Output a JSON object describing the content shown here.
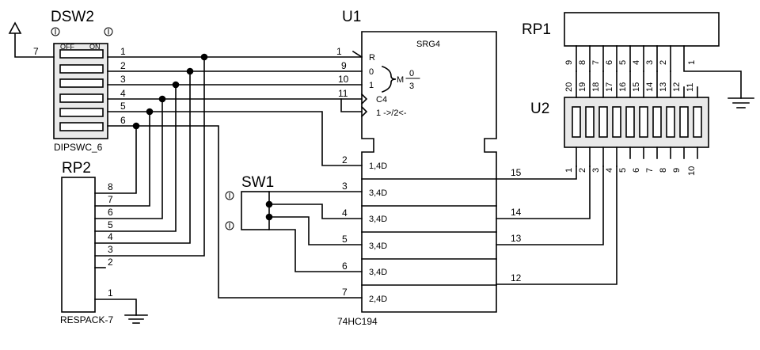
{
  "components": {
    "dsw2": {
      "ref": "DSW2",
      "part": "DIPSWC_6",
      "off_label": "OFF",
      "on_label": "ON",
      "pin7": "7",
      "pins": [
        "1",
        "2",
        "3",
        "4",
        "5",
        "6"
      ]
    },
    "u1": {
      "ref": "U1",
      "part": "74HC194",
      "func": "SRG4",
      "ctrl": {
        "r_pin": "1",
        "r": "R",
        "m0_pin": "9",
        "m0": "0",
        "m1_pin": "10",
        "m1": "1",
        "clk_pin": "11",
        "c4": "C4",
        "shift": "1 ->/2<-",
        "m": "M",
        "frac_top": "0",
        "frac_bottom": "3"
      },
      "inputs": [
        {
          "pin": "2",
          "label": "1,4D"
        },
        {
          "pin": "3",
          "label": "3,4D"
        },
        {
          "pin": "4",
          "label": "3,4D"
        },
        {
          "pin": "5",
          "label": "3,4D"
        },
        {
          "pin": "6",
          "label": "3,4D"
        },
        {
          "pin": "7",
          "label": "2,4D"
        }
      ],
      "outputs": [
        "15",
        "14",
        "13",
        "12"
      ]
    },
    "sw1": {
      "ref": "SW1"
    },
    "rp1": {
      "ref": "RP1",
      "pins": [
        "9",
        "8",
        "7",
        "6",
        "5",
        "4",
        "3",
        "2",
        "1"
      ]
    },
    "rp2": {
      "ref": "RP2",
      "part": "RESPACK-7",
      "pins": [
        "8",
        "7",
        "6",
        "5",
        "4",
        "3",
        "2"
      ],
      "pin1": "1"
    },
    "u2": {
      "ref": "U2",
      "top_pins": [
        "20",
        "19",
        "18",
        "17",
        "16",
        "15",
        "14",
        "13",
        "12",
        "11"
      ],
      "bottom_pins": [
        "1",
        "2",
        "3",
        "4",
        "5",
        "6",
        "7",
        "8",
        "9",
        "10"
      ]
    }
  }
}
